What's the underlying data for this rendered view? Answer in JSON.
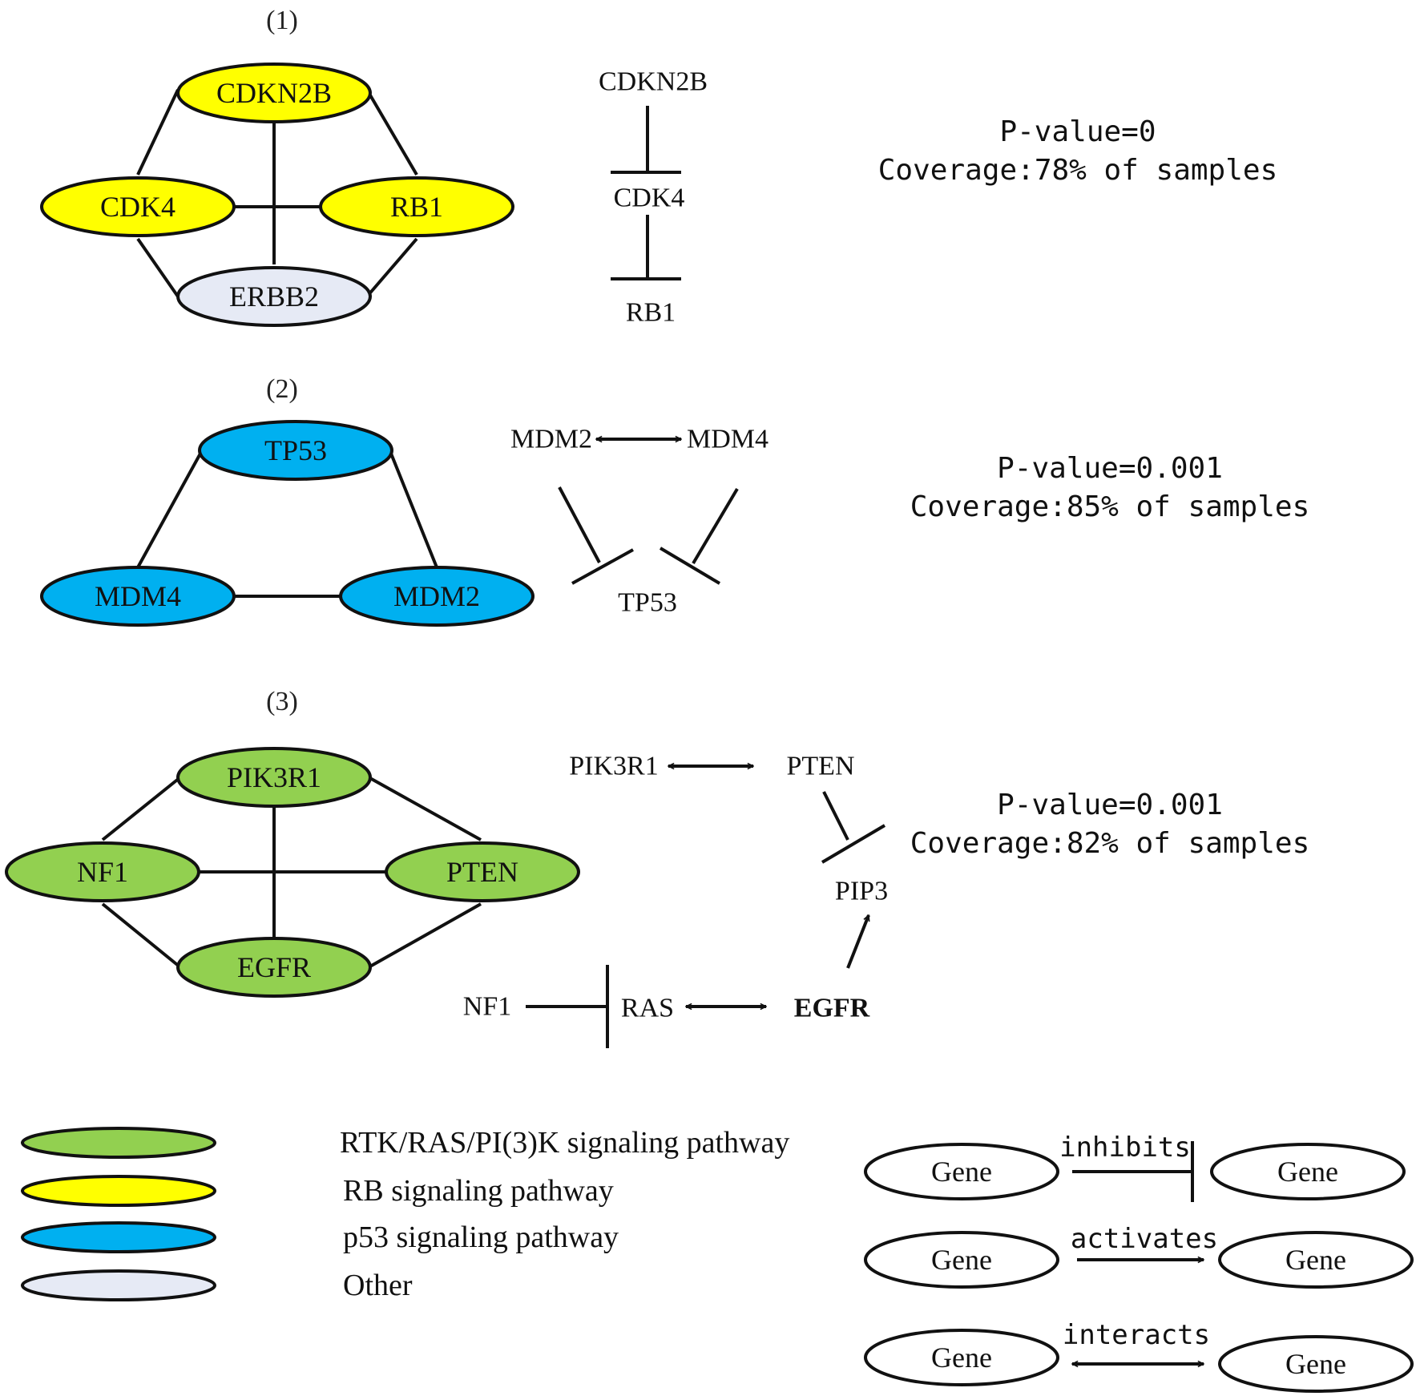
{
  "colors": {
    "rb": "#FFFF00",
    "p53": "#00B0F0",
    "rtk": "#92D050",
    "other": "#E6EAF5",
    "none": "#FFFFFF"
  },
  "panels": [
    {
      "label": "(1)",
      "nodes": [
        {
          "id": "cdkn2b",
          "text": "CDKN2B",
          "color": "rb"
        },
        {
          "id": "cdk4",
          "text": "CDK4",
          "color": "rb"
        },
        {
          "id": "rb1",
          "text": "RB1",
          "color": "rb"
        },
        {
          "id": "erbb2",
          "text": "ERBB2",
          "color": "other"
        }
      ],
      "pathway": [
        "CDKN2B",
        "CDK4",
        "RB1"
      ],
      "stats": {
        "pvalue": "P-value=0",
        "coverage": "Coverage:78% of samples"
      }
    },
    {
      "label": "(2)",
      "nodes": [
        {
          "id": "tp53",
          "text": "TP53",
          "color": "p53"
        },
        {
          "id": "mdm4",
          "text": "MDM4",
          "color": "p53"
        },
        {
          "id": "mdm2",
          "text": "MDM2",
          "color": "p53"
        }
      ],
      "pathway": [
        "MDM2",
        "MDM4",
        "TP53"
      ],
      "stats": {
        "pvalue": "P-value=0.001",
        "coverage": "Coverage:85% of samples"
      }
    },
    {
      "label": "(3)",
      "nodes": [
        {
          "id": "pik3r1",
          "text": "PIK3R1",
          "color": "rtk"
        },
        {
          "id": "nf1",
          "text": "NF1",
          "color": "rtk"
        },
        {
          "id": "pten",
          "text": "PTEN",
          "color": "rtk"
        },
        {
          "id": "egfr",
          "text": "EGFR",
          "color": "rtk"
        }
      ],
      "pathway": [
        "PIK3R1",
        "PTEN",
        "PIP3",
        "NF1",
        "RAS",
        "EGFR"
      ],
      "stats": {
        "pvalue": "P-value=0.001",
        "coverage": "Coverage:82% of samples"
      }
    }
  ],
  "legend": {
    "pathways": [
      {
        "label": "RTK/RAS/PI(3)K signaling pathway",
        "color": "rtk"
      },
      {
        "label": "RB signaling pathway",
        "color": "rb"
      },
      {
        "label": "p53 signaling pathway",
        "color": "p53"
      },
      {
        "label": "Other",
        "color": "other"
      }
    ],
    "relations": [
      {
        "type": "inhibits",
        "label": "inhibits",
        "from": "Gene",
        "to": "Gene"
      },
      {
        "type": "activates",
        "label": "activates",
        "from": "Gene",
        "to": "Gene"
      },
      {
        "type": "interacts",
        "label": "interacts",
        "from": "Gene",
        "to": "Gene"
      }
    ]
  }
}
